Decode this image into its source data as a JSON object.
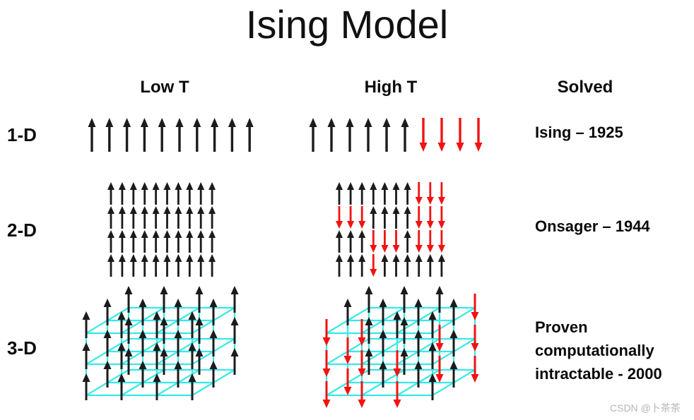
{
  "title": "Ising Model",
  "columns": {
    "low": "Low T",
    "high": "High T",
    "solved": "Solved"
  },
  "rows": [
    {
      "label": "1-D",
      "low_spins": "uuuuuuuuuu",
      "high_spins": "uuuuuudddd",
      "solved_lines": [
        "Ising – 1925"
      ]
    },
    {
      "label": "2-D",
      "low_spins": [
        "uuuuuuuuuu",
        "uuuuuuuuuu",
        "uuuuuuuuuu",
        "uuuuuuuuuu"
      ],
      "high_spins": [
        "uuuuuuuddd",
        "ddduuuuddd",
        "uuuddduddd",
        "uuuduuuuuu"
      ],
      "solved_lines": [
        "Onsager – 1944"
      ]
    },
    {
      "label": "3-D",
      "low_spins_layers_back_to_front": [
        [
          "uuuu",
          "uuuu",
          "uuuu"
        ],
        [
          "uuuu",
          "uuuu",
          "uuuu"
        ],
        [
          "uuuu",
          "uuuu",
          "uuuu"
        ]
      ],
      "high_spins_layers_back_to_front": [
        [
          "uuud",
          "uudd",
          "uudd"
        ],
        [
          "uuuu",
          "duuu",
          "duuu"
        ],
        [
          "dduu",
          "dddu",
          "dddu"
        ]
      ],
      "solved_lines": [
        "Proven",
        "computationally",
        "intractable - 2000"
      ]
    }
  ],
  "colors": {
    "spin_up": "#1b1b1b",
    "spin_down": "#f21212",
    "lattice_line": "#38e8e8",
    "watermark": "#b5b5b5",
    "text": "#0a0a0a",
    "background": "#ffffff"
  },
  "watermark": "CSDN @卜茶茶"
}
